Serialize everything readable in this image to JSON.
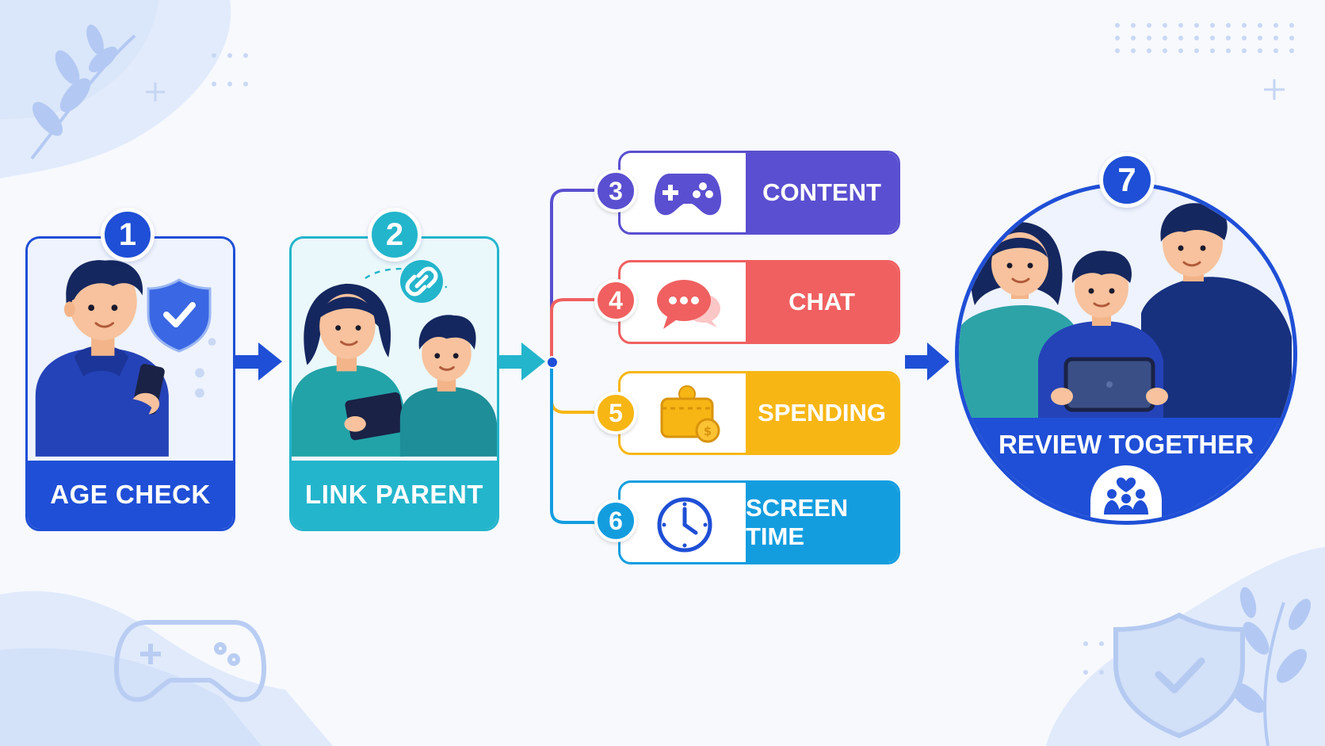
{
  "colors": {
    "blue": "#1f4fd6",
    "teal": "#23b5cc",
    "purple": "#5a4fd0",
    "red": "#f06060",
    "yellow": "#f7b614",
    "sky": "#139ddf",
    "navy": "#17317f"
  },
  "steps": [
    {
      "number": "1",
      "label": "AGE CHECK",
      "icons": [
        "boy-with-phone-illustration",
        "shield-check-icon"
      ]
    },
    {
      "number": "2",
      "label": "LINK PARENT",
      "icons": [
        "parent-and-child-illustration",
        "link-icon"
      ]
    }
  ],
  "controls": [
    {
      "number": "3",
      "label": "CONTENT",
      "icon": "gamepad-icon",
      "color": "#5a4fd0"
    },
    {
      "number": "4",
      "label": "CHAT",
      "icon": "chat-bubbles-icon",
      "color": "#f06060"
    },
    {
      "number": "5",
      "label": "SPENDING",
      "icon": "wallet-coins-icon",
      "color": "#f7b614"
    },
    {
      "number": "6",
      "label": "SCREEN TIME",
      "icon": "clock-icon",
      "color": "#139ddf"
    }
  ],
  "final_step": {
    "number": "7",
    "label": "REVIEW TOGETHER",
    "icons": [
      "family-with-tablet-illustration",
      "family-heart-icon"
    ]
  },
  "decor_icons": [
    "leaf-branch-icon",
    "gamepad-outline-icon",
    "shield-check-outline-icon",
    "heart-icon",
    "sparkle-icon"
  ]
}
